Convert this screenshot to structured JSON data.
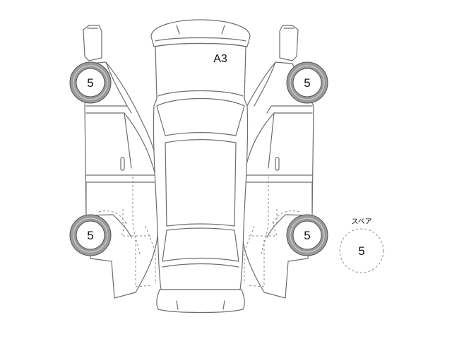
{
  "diagram": {
    "area_code": "A3",
    "tires": {
      "left_front": "5",
      "left_rear": "5",
      "right_front": "5",
      "right_rear": "5",
      "spare": "5"
    },
    "spare_label": "スペア"
  }
}
